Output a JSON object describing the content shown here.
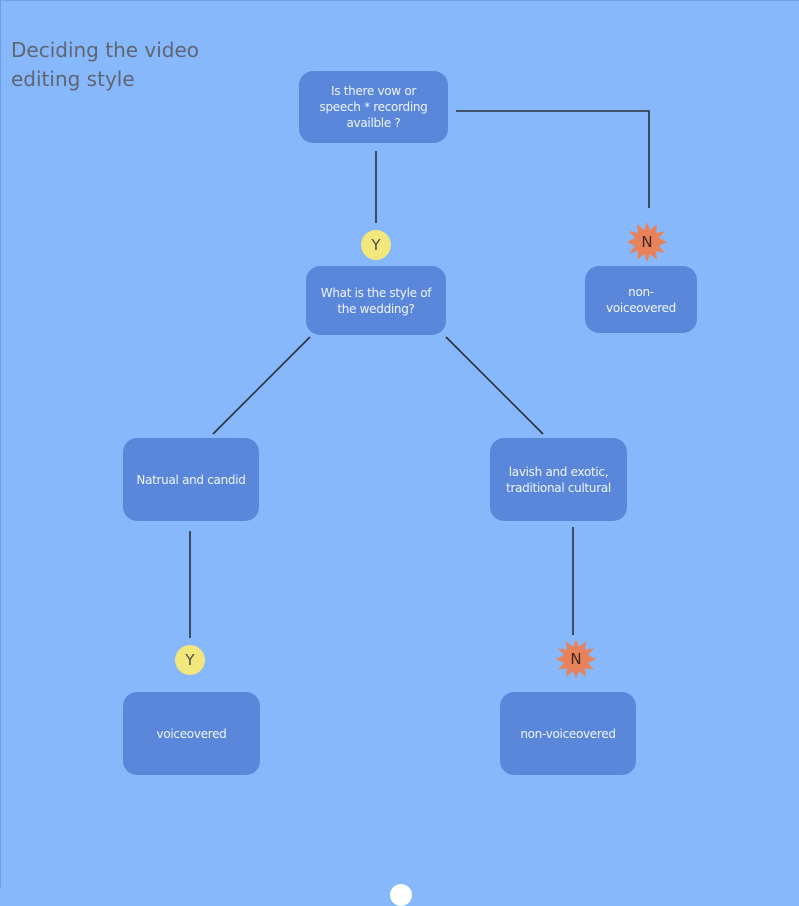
{
  "title": "Deciding the video editing style",
  "colors": {
    "background": "#87b8fb",
    "node": "#5b87da",
    "node_text": "#eef4ff",
    "yes_badge": "#f2e77c",
    "no_badge": "#e8825a",
    "connector": "#2b2f3a"
  },
  "nodes": {
    "q1": "Is there vow  or speech * recording availble ?",
    "q2": "What is the style of the wedding?",
    "non_voiceover_top": "non-voiceovered",
    "natural": "Natrual and candid",
    "lavish": "lavish and exotic, traditional cultural",
    "voiceovered": "voiceovered",
    "non_voiceover_bottom": "non-voiceovered"
  },
  "badges": {
    "yes": "Y",
    "no": "N"
  }
}
